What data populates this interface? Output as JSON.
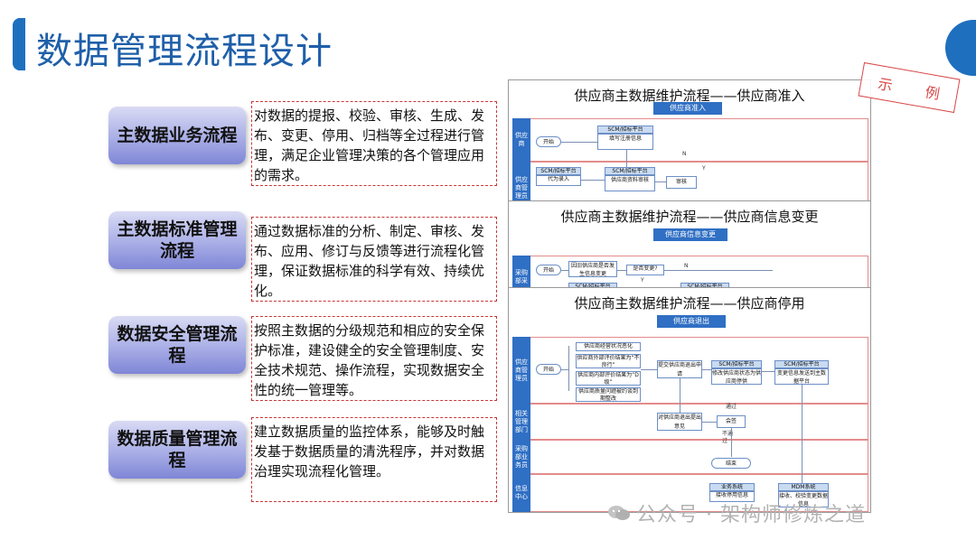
{
  "title": "数据管理流程设计",
  "rows": [
    {
      "label": "主数据业务流程",
      "desc": "对数据的提报、校验、审核、生成、发布、变更、停用、归档等全过程进行管理，满足企业管理决策的各个管理应用的需求。"
    },
    {
      "label": "主数据标准管理流程",
      "desc": "通过数据标准的分析、制定、审核、发布、应用、修订与反馈等进行流程化管理，保证数据标准的科学有效、持续优化。"
    },
    {
      "label": "数据安全管理流程",
      "desc": "按照主数据的分级规范和相应的安全保护标准，建设健全的安全管理制度、安全技术规范、操作流程，实现数据安全性的统一管理等。"
    },
    {
      "label": "数据质量管理流程",
      "desc": "建立数据质量的监控体系，能够及时触发基于数据质量的清洗程序，并对数据治理实现流程化管理。"
    }
  ],
  "stamp": {
    "ch1": "示",
    "ch2": "例"
  },
  "watermark": "公众号 · 架构师修炼之道",
  "panel1": {
    "title": "供应商主数据维护流程——供应商准入",
    "tag": "供应商准入",
    "lane1": "供应商",
    "lane2": "供应商管理员",
    "start": "开始",
    "n1a": "SCM/招标平台",
    "n1b": "填写注册信息",
    "n2a": "SCM/招标平台",
    "n2b": "代为录入",
    "n3a": "SCM/招标平台",
    "n3b": "供应商资料审核",
    "n4": "审核",
    "y": "Y",
    "n": "N"
  },
  "panel2": {
    "title": "供应商主数据维护流程——供应商信息变更",
    "tag": "供应商信息变更",
    "lane1": "采购部采",
    "start": "开始",
    "n1": "因旧供应商是否发生信息变更",
    "n2": "是否变更?",
    "n3": "SCM/招标平台",
    "n4": "SCM/招标平台",
    "n": "N",
    "y": "Y"
  },
  "panel3": {
    "title": "供应商主数据维护流程——供应商停用",
    "tag": "供应商退出",
    "lane1": "供应商管理员",
    "lane2": "相关管理部门",
    "lane3": "采购部业务员",
    "lane4": "信息中心",
    "start": "开始",
    "r1": "供应商经营状况恶化",
    "r2": "供应商外部评价结果为“不良行”",
    "r3": "供应商内部评价结果为“D级”",
    "r4": "供应商质量问题被约谈到期整改",
    "m1": "提交供应商退出申请",
    "m2a": "SCM/招标平台",
    "m2b": "修改供应商状态为供应商停供",
    "m3a": "SCM/招标平台",
    "m3b": "变更信息发送到主数据平台",
    "d1": "对供应商退出提出意见",
    "d2": "会签",
    "t1": "通过",
    "t2": "不通过",
    "end": "结束",
    "b1a": "业务系统",
    "b1b": "接收停用信息",
    "b2a": "MDM系统",
    "b2b": "接收、校验变更数据信息"
  },
  "colors": {
    "accent": "#1f6fbf",
    "title": "#1f5fa9",
    "stamp": "#d84848",
    "pill_bottom": "#7f86d6"
  }
}
